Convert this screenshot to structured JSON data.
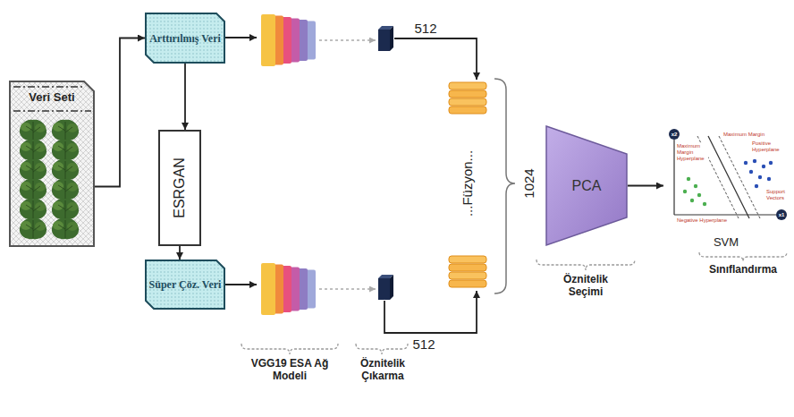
{
  "diagram": {
    "nodes": [
      {
        "text": [
          "Veri Seti"
        ]
      },
      {
        "text": [
          "Arttırılmış Veri"
        ]
      },
      {
        "text": [
          "ESRGAN"
        ]
      },
      {
        "text": [
          "Süper Çöz. Veri"
        ]
      },
      {
        "text": [
          "PCA"
        ]
      },
      {
        "text": [
          "SVM"
        ]
      }
    ],
    "edges": [
      {
        "from": 0,
        "to": 1,
        "arrow": "to"
      },
      {
        "from": 1,
        "to": 2,
        "arrow": "to"
      },
      {
        "from": 2,
        "to": 3,
        "arrow": "to"
      },
      {
        "from": 4,
        "to": 5,
        "arrow": "to"
      }
    ],
    "labels": [
      "512",
      "512",
      "...Füzyon...",
      "1024",
      "VGG19 ESA Ağ Modeli",
      "Öznitelik Çıkarma",
      "Öznitelik Seçimi",
      "Sınıflandırma",
      "x2",
      "x1",
      "Maximum Margin",
      "Positive Hyperplane",
      "Maximum Margin Hyperplane",
      "Negative Hyperplane",
      "Support Vectors"
    ]
  }
}
